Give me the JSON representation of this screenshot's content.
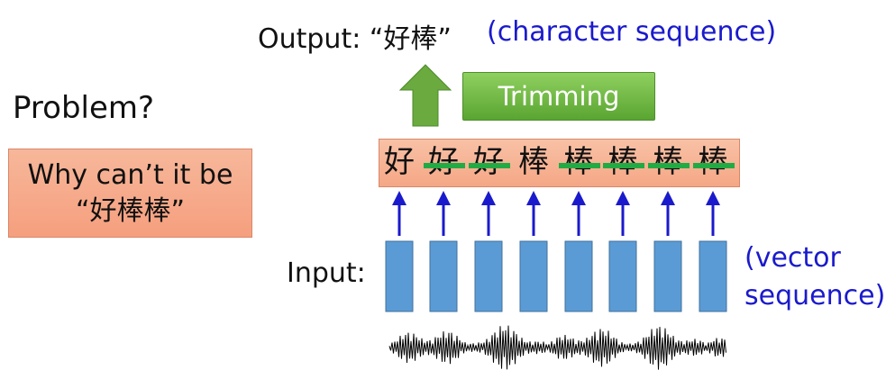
{
  "output": {
    "label": "Output:  “好棒”",
    "note": "(character sequence)"
  },
  "problem": {
    "title": "Problem?",
    "question_line1": "Why can’t it be",
    "question_line2": "“好棒棒”"
  },
  "trimming": {
    "label": "Trimming"
  },
  "sequence": {
    "chars": [
      "好",
      "好",
      "好",
      "棒",
      "棒",
      "棒",
      "棒",
      "棒"
    ],
    "struck": [
      false,
      true,
      true,
      false,
      true,
      true,
      true,
      true
    ]
  },
  "input": {
    "label": "Input:",
    "note_line1": "(vector",
    "note_line2": "sequence)"
  },
  "colors": {
    "arrow_blue": "#1a1acc",
    "vector_fill": "#5b9bd5",
    "strike_green": "#22aa44",
    "up_arrow_green": "#6aaa3e"
  }
}
